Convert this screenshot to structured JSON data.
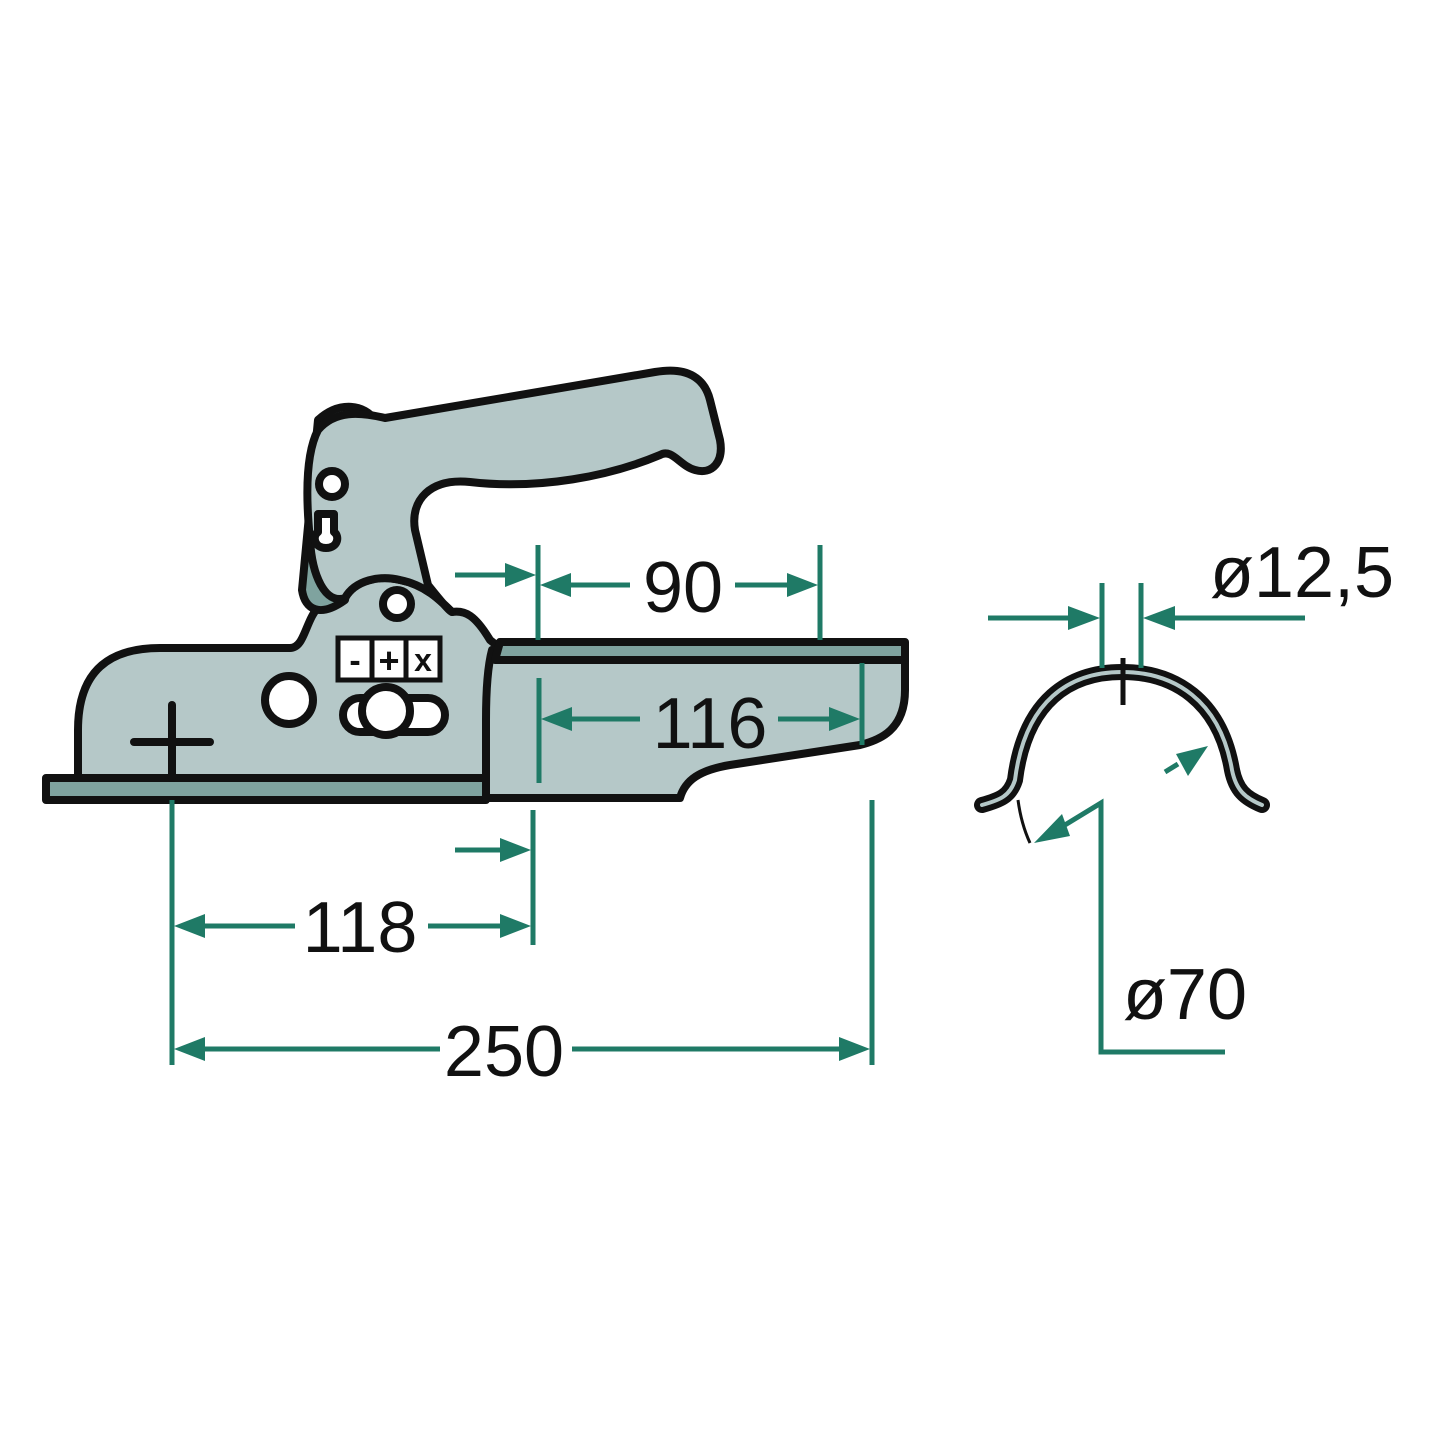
{
  "diagram": {
    "subject": "ball coupling with saddle clamp",
    "line_color": "#111111",
    "dimension_color": "#1f7a66",
    "body_color": "#b5c8c8",
    "shade_color": "#7fa39f"
  },
  "coupling": {
    "indicator_symbols": [
      "-",
      "+",
      "x"
    ],
    "dimensions": {
      "top_length": "90",
      "mount_length": "116",
      "ball_to_mount": "118",
      "overall_length": "250"
    }
  },
  "clamp": {
    "bolt_diameter": "ø12,5",
    "tube_diameter": "ø70"
  }
}
